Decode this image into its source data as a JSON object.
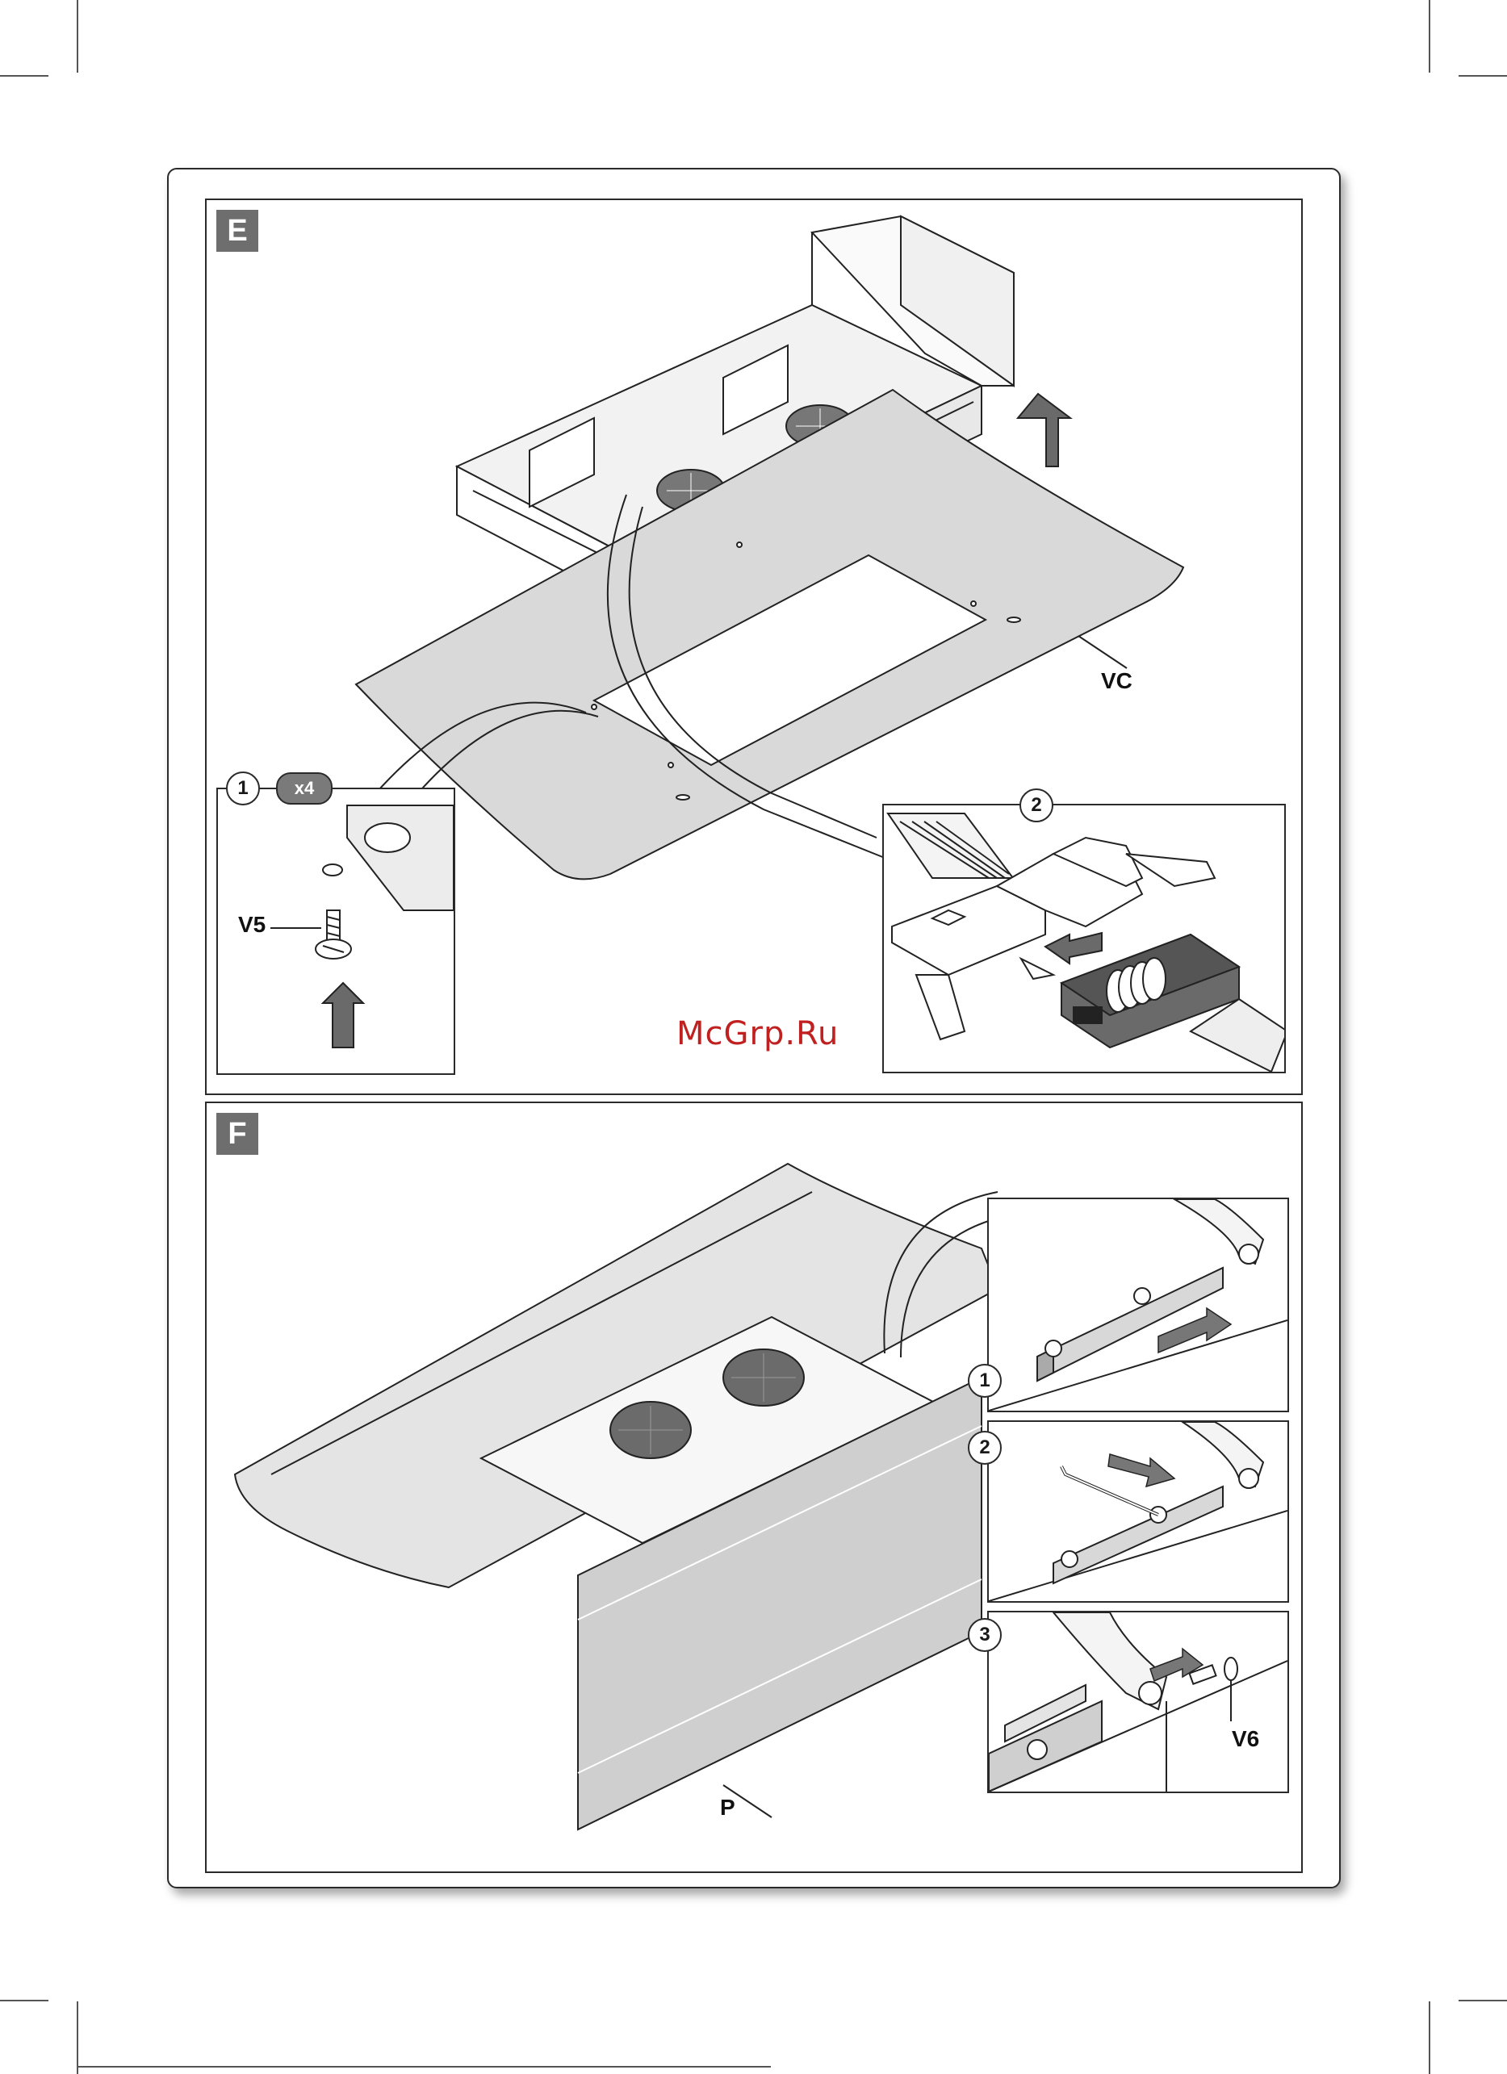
{
  "panels": {
    "e": {
      "letter": "E",
      "part_label": "VC",
      "inset_1": {
        "step": "1",
        "qty": "x4",
        "part_label": "V5"
      },
      "inset_2": {
        "step": "2"
      }
    },
    "f": {
      "letter": "F",
      "part_label": "P",
      "inset_1": {
        "step": "1"
      },
      "inset_2": {
        "step": "2"
      },
      "inset_3": {
        "step": "3",
        "part_label": "V6"
      }
    }
  },
  "watermark": "McGrp.Ru"
}
